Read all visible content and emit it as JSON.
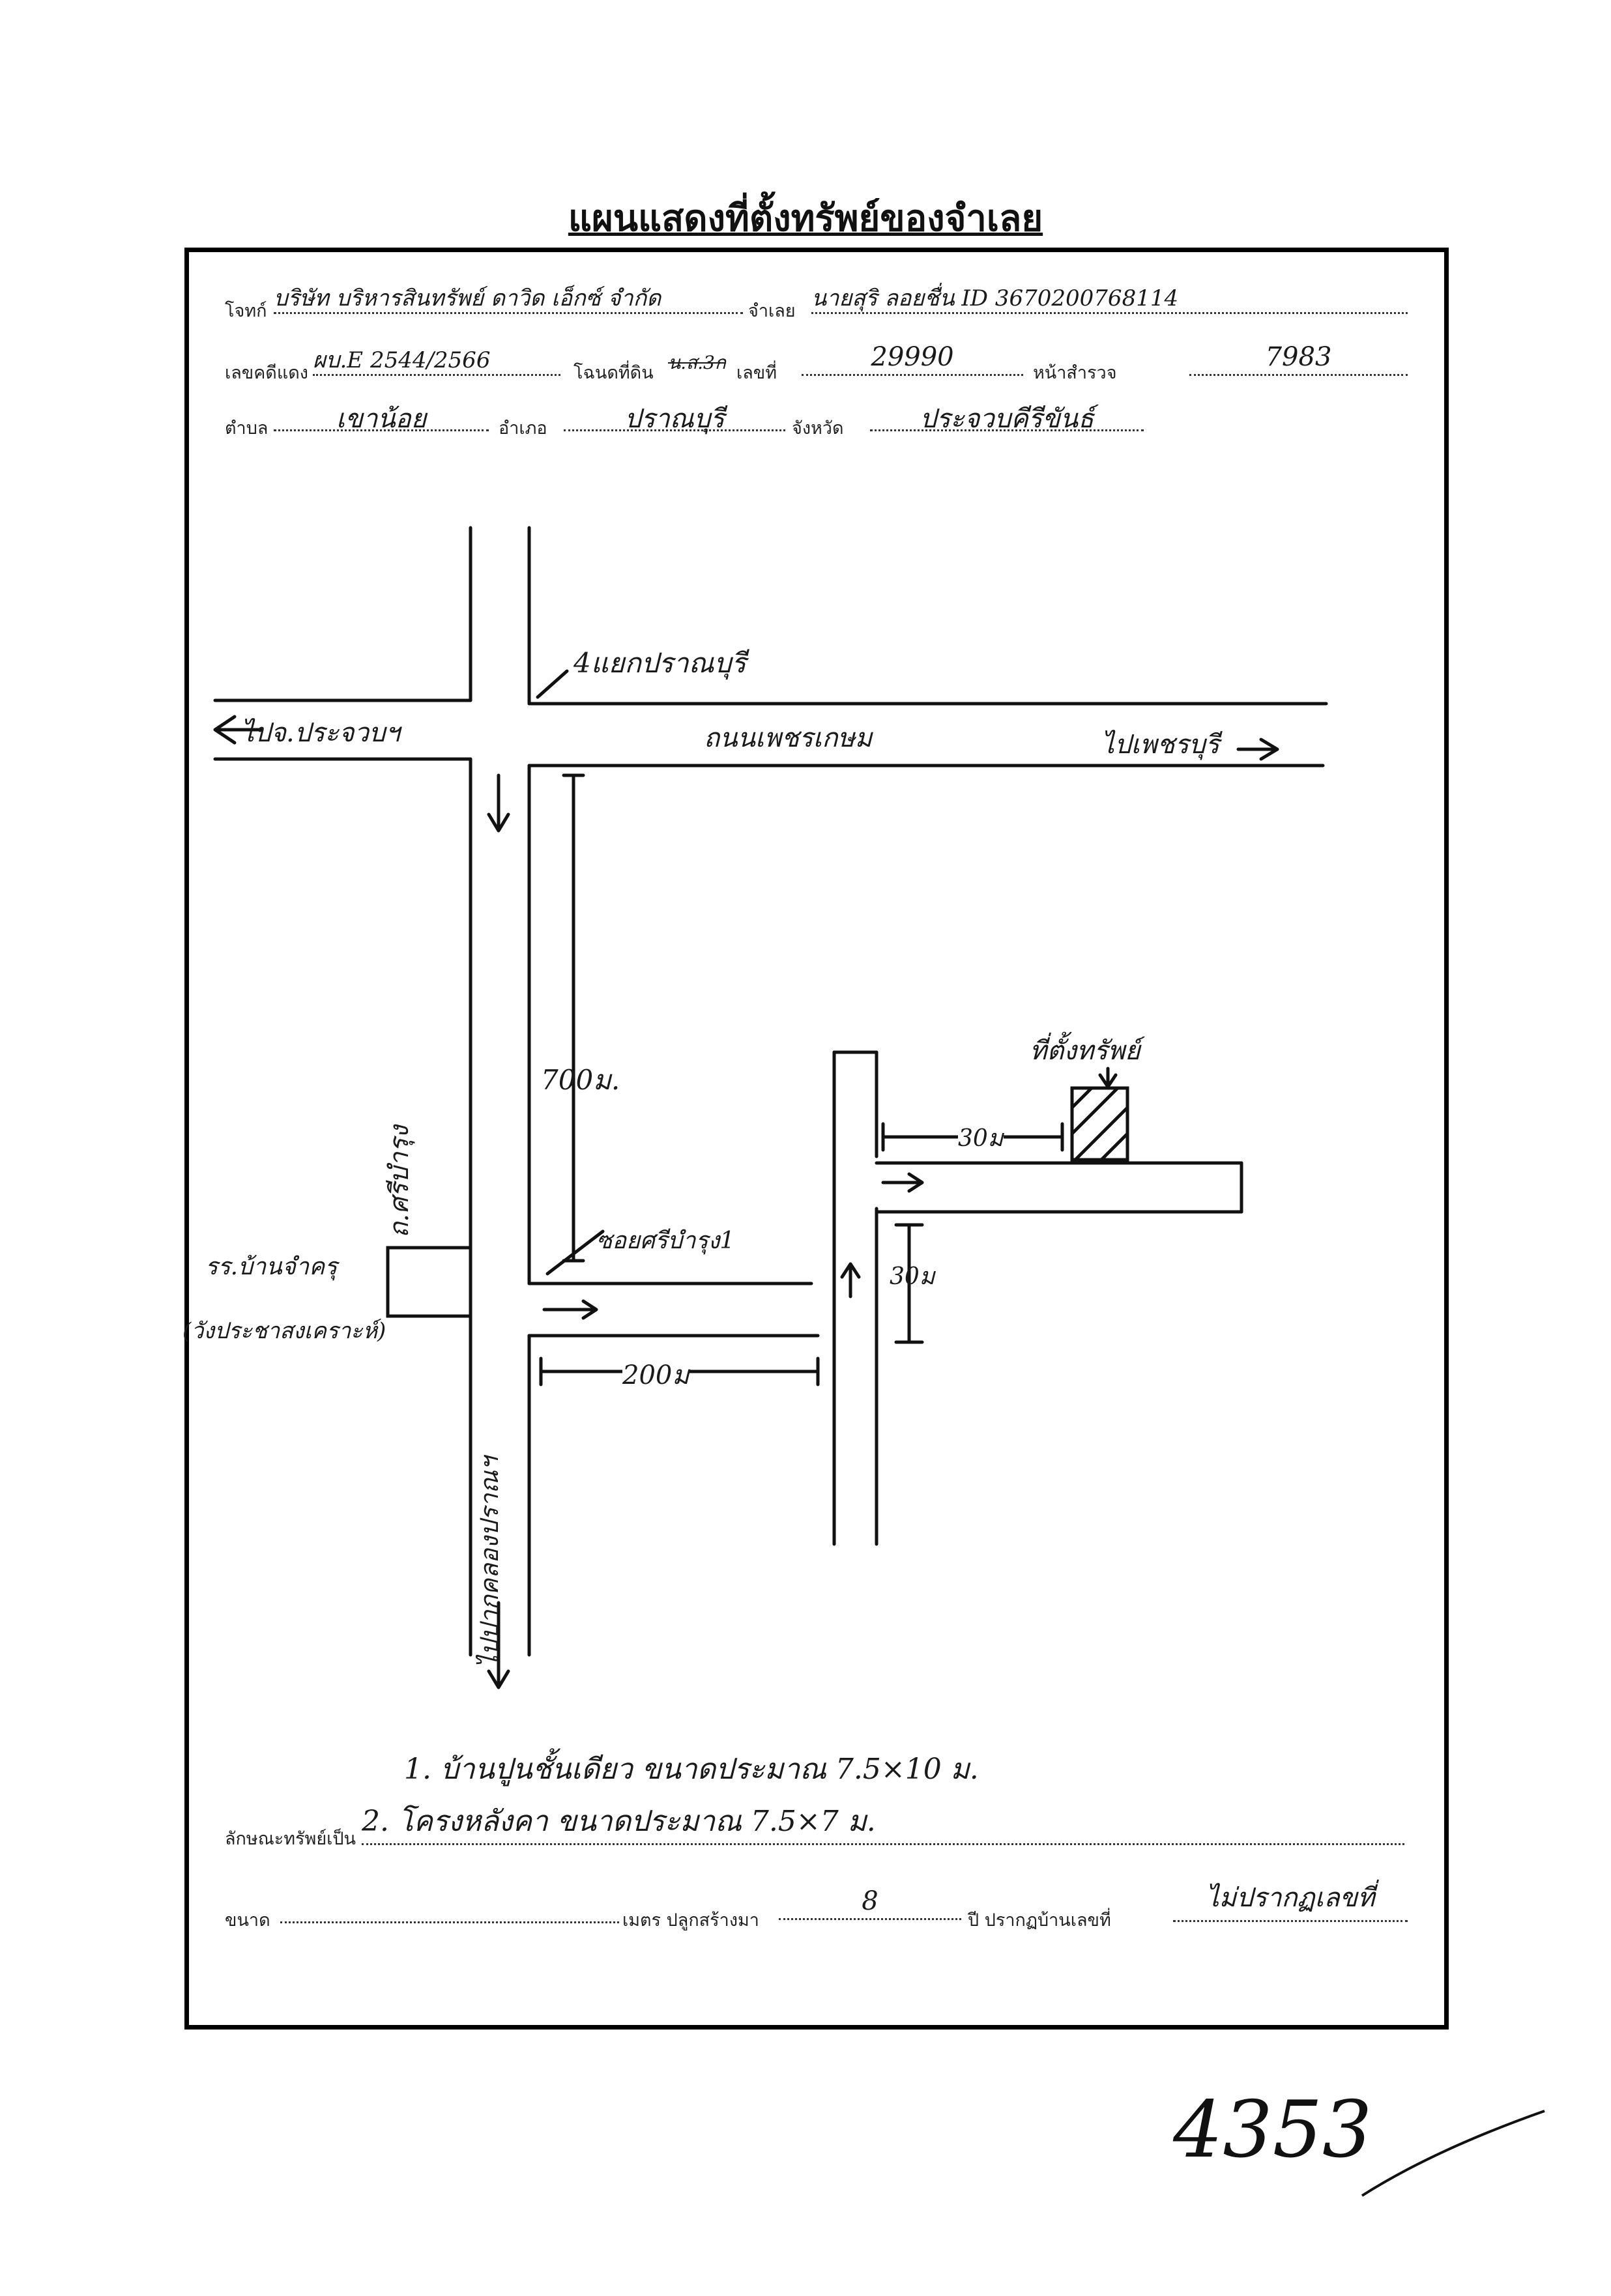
{
  "title": "แผนแสดงที่ตั้งทรัพย์ของจำเลย",
  "header": {
    "plaintiff_label": "โจทก์",
    "plaintiff_value": "บริษัท บริหารสินทรัพย์ ดาวิด เอ็กซ์ จำกัด",
    "defendant_label": "จำเลย",
    "defendant_value": "นายสุริ ลอยชื่น ID 3670200768114",
    "case_label": "เลขคดีแดง",
    "case_value": "ผบ.E 2544/2566",
    "deed_label": "โฉนดที่ดิน",
    "deed_type_value": "น.ส.3ก",
    "number_label": "เลขที่",
    "number_value": "29990",
    "survey_label": "หน้าสำรวจ",
    "survey_value": "7983",
    "subdistrict_label": "ตำบล",
    "subdistrict_value": "เขาน้อย",
    "district_label": "อำเภอ",
    "district_value": "ปราณบุรี",
    "province_label": "จังหวัด",
    "province_value": "ประจวบคีรีขันธ์"
  },
  "map": {
    "intersection_label": "4แยกปราณบุรี",
    "road_main_label": "ถนนเพชรเกษม",
    "to_prachuap": "ไปจ.ประจวบฯ",
    "to_phetchaburi": "ไปเพชรบุรี",
    "side_road_label": "ถ.ศรีบำรุง",
    "dist_700": "700ม.",
    "soi_label": "ซอยศรีบำรุง1",
    "dist_200": "200ม",
    "dist_30a": "30ม",
    "dist_30b": "30ม",
    "property_label": "ที่ตั้งทรัพย์",
    "school_label": "รร.บ้านจำครุ",
    "school_sub": "(วังประชาสงเคราะห์)",
    "to_pakklong": "ไปปากคลองปราณฯ"
  },
  "footer": {
    "item1": "1. บ้านปูนชั้นเดียว ขนาดประมาณ 7.5×10 ม.",
    "property_label": "ลักษณะทรัพย์เป็น",
    "item2": "2. โครงหลังคา ขนาดประมาณ 7.5×7 ม.",
    "size_label": "ขนาด",
    "meter_label": "เมตร ปลูกสร้างมา",
    "years_value": "8",
    "years_label": "ปี ปรากฏบ้านเลขที่",
    "house_no_value": "ไม่ปรากฏเลขที่"
  },
  "page_number": "4353"
}
